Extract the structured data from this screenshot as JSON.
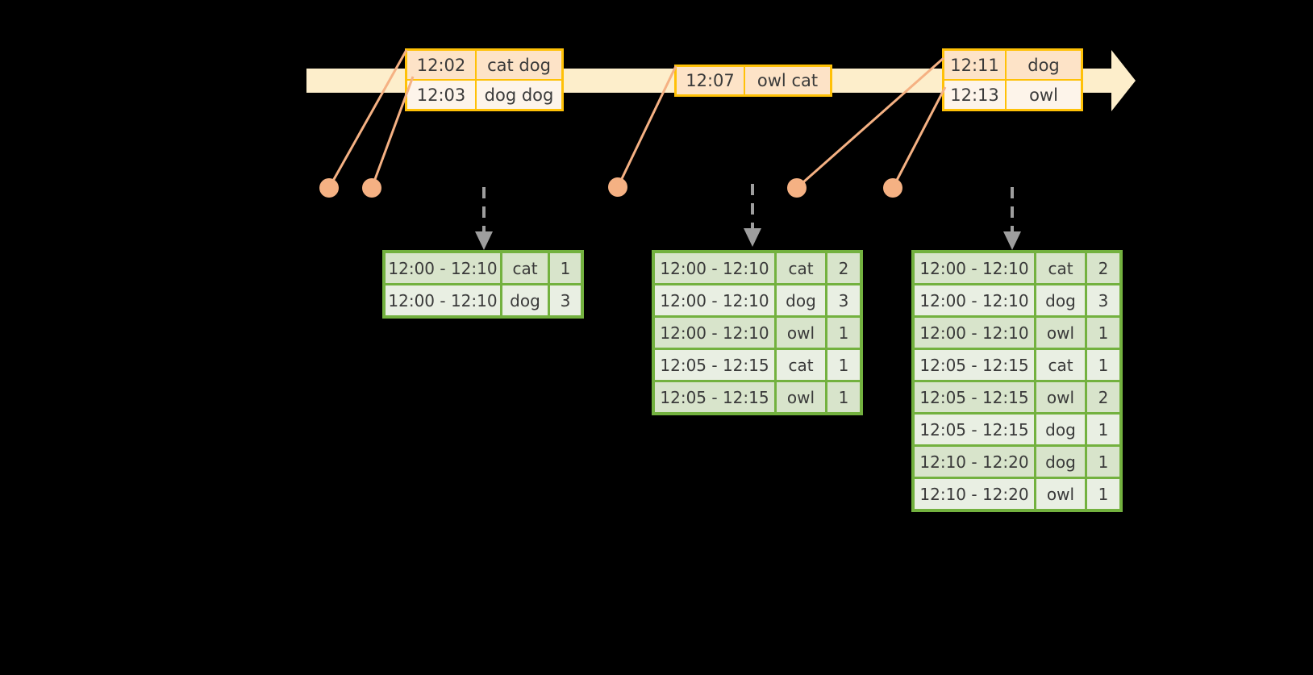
{
  "timeline": {
    "label": "event-stream-timeline",
    "bar_color": "#fdeecb",
    "events": [
      {
        "id": "event-group-1",
        "rows": [
          {
            "time": "12:02",
            "words": "cat dog"
          },
          {
            "time": "12:03",
            "words": "dog dog"
          }
        ]
      },
      {
        "id": "event-group-2",
        "rows": [
          {
            "time": "12:07",
            "words": "owl cat"
          }
        ]
      },
      {
        "id": "event-group-3",
        "rows": [
          {
            "time": "12:11",
            "words": "dog"
          },
          {
            "time": "12:13",
            "words": "owl"
          }
        ]
      }
    ]
  },
  "markers": {
    "dot_color": "#f5b183",
    "count": 5
  },
  "tables": [
    {
      "id": "result-table-1",
      "border_color": "#73b13f",
      "rows": [
        {
          "window": "12:00 - 12:10",
          "key": "cat",
          "count": "1"
        },
        {
          "window": "12:00 - 12:10",
          "key": "dog",
          "count": "3"
        }
      ]
    },
    {
      "id": "result-table-2",
      "border_color": "#73b13f",
      "rows": [
        {
          "window": "12:00 - 12:10",
          "key": "cat",
          "count": "2"
        },
        {
          "window": "12:00 - 12:10",
          "key": "dog",
          "count": "3"
        },
        {
          "window": "12:00 - 12:10",
          "key": "owl",
          "count": "1"
        },
        {
          "window": "12:05 - 12:15",
          "key": "cat",
          "count": "1"
        },
        {
          "window": "12:05 - 12:15",
          "key": "owl",
          "count": "1"
        }
      ]
    },
    {
      "id": "result-table-3",
      "border_color": "#73b13f",
      "rows": [
        {
          "window": "12:00 - 12:10",
          "key": "cat",
          "count": "2"
        },
        {
          "window": "12:00 - 12:10",
          "key": "dog",
          "count": "3"
        },
        {
          "window": "12:00 - 12:10",
          "key": "owl",
          "count": "1"
        },
        {
          "window": "12:05 - 12:15",
          "key": "cat",
          "count": "1"
        },
        {
          "window": "12:05 - 12:15",
          "key": "owl",
          "count": "2"
        },
        {
          "window": "12:05 - 12:15",
          "key": "dog",
          "count": "1"
        },
        {
          "window": "12:10 - 12:20",
          "key": "dog",
          "count": "1"
        },
        {
          "window": "12:10 - 12:20",
          "key": "owl",
          "count": "1"
        }
      ]
    }
  ]
}
